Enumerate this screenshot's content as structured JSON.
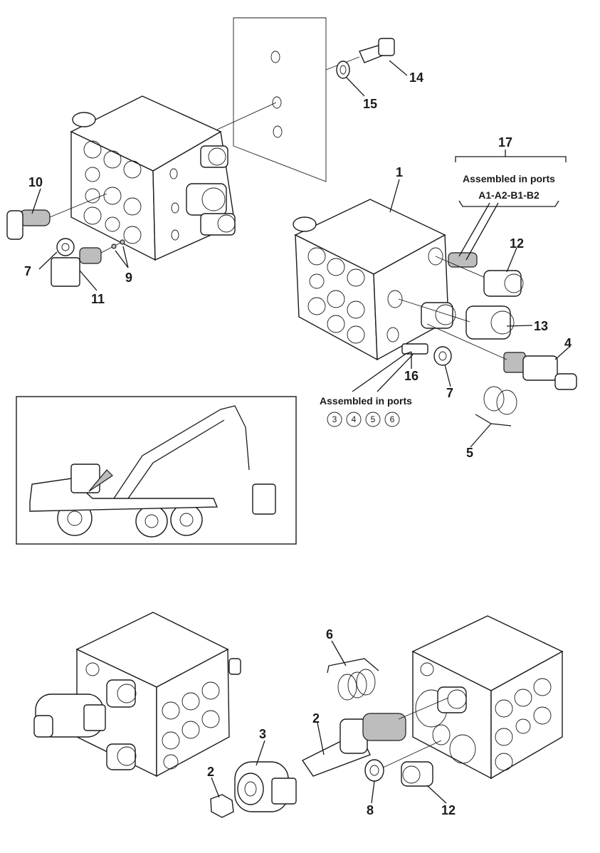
{
  "callouts": {
    "c1": "1",
    "c2a": "2",
    "c2b": "2",
    "c3": "3",
    "c4": "4",
    "c5": "5",
    "c6": "6",
    "c7a": "7",
    "c7b": "7",
    "c8": "8",
    "c9": "9",
    "c10": "10",
    "c11": "11",
    "c12a": "12",
    "c12b": "12",
    "c13": "13",
    "c14": "14",
    "c15": "15",
    "c16": "16",
    "c17": "17"
  },
  "notes": {
    "assembled_ab_title": "Assembled in ports",
    "assembled_ab_ports": "A1-A2-B1-B2",
    "assembled_num_title": "Assembled in ports",
    "assembled_num_ports": [
      "3",
      "4",
      "5",
      "6"
    ]
  },
  "colors": {
    "line": "#1a1a1a",
    "shade": "#bdbdbd",
    "background": "#ffffff"
  }
}
